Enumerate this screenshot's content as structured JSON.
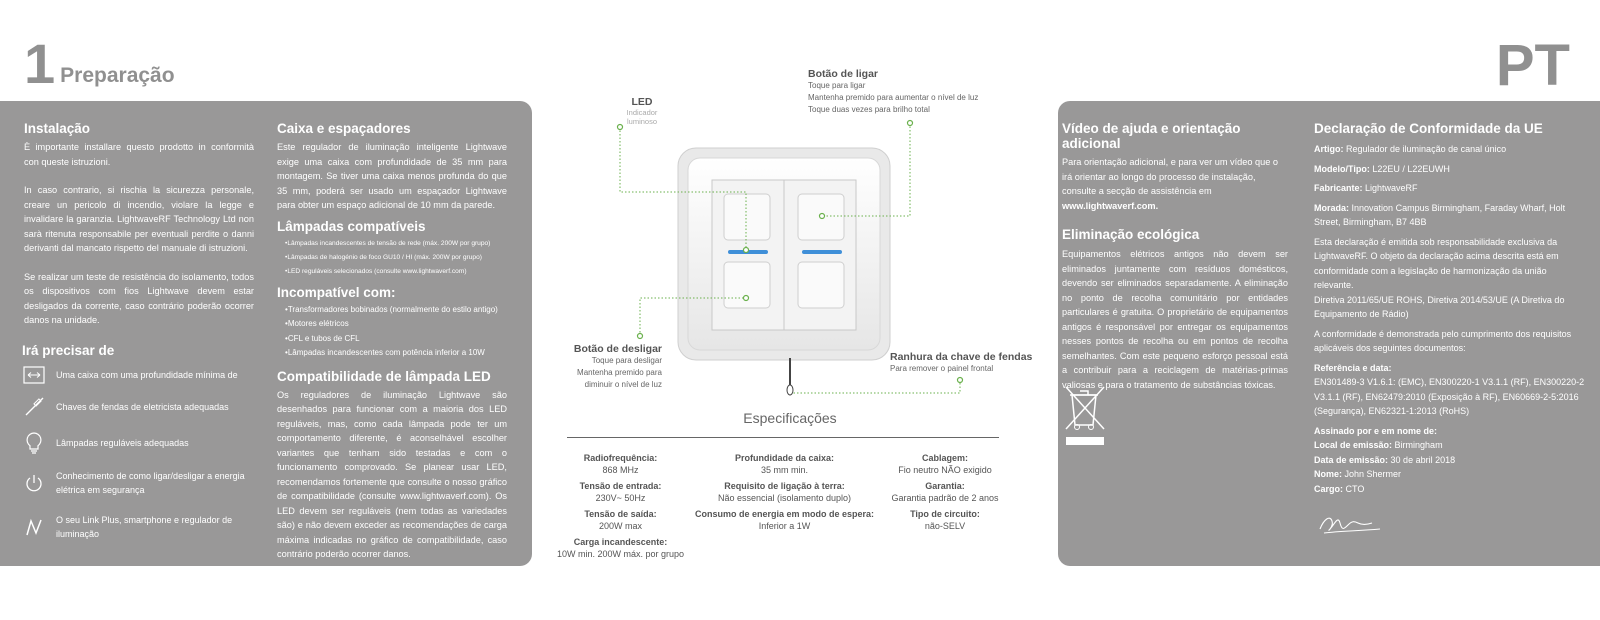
{
  "header": {
    "number": "1",
    "title": "Preparação",
    "lang": "PT"
  },
  "install": {
    "title": "Instalação",
    "p1": "È importante installare questo prodotto in conformità con queste istruzioni.",
    "p2": "In caso contrario, si rischia la sicurezza personale, creare un pericolo di incendio, violare la legge e invalidare la garanzia. LightwaveRF Technology Ltd non sarà ritenuta responsabile per eventuali perdite o danni derivanti dal mancato rispetto del manuale di istruzioni.",
    "p3": "Se realizar um teste de resistência do isolamento, todos os dispositivos com fios Lightwave devem estar desligados da corrente, caso contrário poderão ocorrer danos na unidade."
  },
  "needs": {
    "title": "Irá precisar de",
    "items": [
      {
        "icon": "box-depth-icon",
        "label": "Uma caixa com uma profundidade mínima de"
      },
      {
        "icon": "screwdriver-icon",
        "label": "Chaves de fendas de eletricista adequadas"
      },
      {
        "icon": "bulb-icon",
        "label": "Lâmpadas reguláveis adequadas"
      },
      {
        "icon": "power-icon",
        "label": "Conhecimento de como ligar/desligar a energia elétrica em segurança"
      },
      {
        "icon": "link-plus-icon",
        "label": "O seu Link Plus, smartphone e regulador de iluminação"
      }
    ]
  },
  "box": {
    "title": "Caixa e espaçadores",
    "text": "Este regulador de iluminação inteligente Lightwave exige uma caixa com profundidade de 35 mm para montagem. Se tiver uma caixa menos profunda do que 35 mm, poderá ser usado um espaçador Lightwave para obter um espaço adicional de 10 mm da parede."
  },
  "compatible": {
    "title": "Lâmpadas compatíveis",
    "items": [
      "Lâmpadas incandescentes de tensão de rede (máx. 200W por grupo)",
      "Lâmpadas de halogénio de foco GU10 / HI (máx. 200W por grupo)",
      "LED reguláveis selecionados (consulte www.lightwaverf.com)"
    ]
  },
  "incompatible": {
    "title": "Incompatível com:",
    "items": [
      "Transformadores bobinados (normalmente do estilo antigo)",
      "Motores elétricos",
      "CFL e tubos de CFL",
      "Lâmpadas incandescentes com potência inferior a 10W"
    ]
  },
  "led_compat": {
    "title": "Compatibilidade de lâmpada LED",
    "text": "Os reguladores de iluminação Lightwave são desenhados para funcionar com a maioria dos LED reguláveis, mas, como cada lâmpada pode ter um comportamento diferente, é aconselhável escolher variantes que tenham sido testadas e com o funcionamento comprovado. Se planear usar LED, recomendamos fortemente que consulte o nosso gráfico de compatibilidade (consulte www.lightwaverf.com). Os LED devem ser reguláveis (nem todas as variedades são) e não devem exceder as recomendações de carga máxima indicadas no gráfico de compatibilidade, caso contrário poderão ocorrer danos."
  },
  "diagram": {
    "led_title": "LED",
    "led_sub1": "Indicador",
    "led_sub2": "luminoso",
    "on_title": "Botão de ligar",
    "on_lines": [
      "Toque para ligar",
      "Mantenha premido para aumentar o nível de luz",
      "Toque duas vezes para brilho total"
    ],
    "off_title": "Botão de desligar",
    "off_lines": [
      "Toque para desligar",
      "Mantenha premido para",
      "diminuir o nível de luz"
    ],
    "slot_title": "Ranhura da chave de fendas",
    "slot_sub": "Para remover o painel frontal"
  },
  "specs": {
    "title": "Especificações",
    "cols": [
      [
        {
          "k": "Radiofrequência:",
          "v": "868 MHz"
        },
        {
          "k": "Tensão de entrada:",
          "v": "230V~ 50Hz"
        },
        {
          "k": "Tensão de saída:",
          "v": "200W max"
        },
        {
          "k": "Carga incandescente:",
          "v": "10W min. 200W máx. por grupo"
        }
      ],
      [
        {
          "k": "Profundidade da caixa:",
          "v": "35 mm min."
        },
        {
          "k": "Requisito de ligação à terra:",
          "v": "Não essencial (isolamento duplo)"
        },
        {
          "k": "Consumo de energia em modo de espera:",
          "v": "Inferior a 1W"
        }
      ],
      [
        {
          "k": "Cablagem:",
          "v": "Fio neutro NÃO exigido"
        },
        {
          "k": "Garantia:",
          "v": "Garantia padrão de 2 anos"
        },
        {
          "k": "Tipo de circuito:",
          "v": "não-SELV"
        }
      ]
    ]
  },
  "help": {
    "title": "Vídeo de ajuda e orientação adicional",
    "text": "Para orientação adicional, e para ver um vídeo que o irá orientar ao longo do processo de instalação, consulte a secção de assistência em ",
    "link": "www.lightwaverf.com."
  },
  "eco": {
    "title": "Eliminação ecológica",
    "text": "Equipamentos elétricos antigos não devem ser eliminados juntamente com resíduos domésticos, devendo ser eliminados separadamente. A eliminação no ponto de recolha comunitário por entidades particulares é gratuita. O proprietário de equipamentos antigos é responsável por entregar os equipamentos nesses pontos de recolha ou em pontos de recolha semelhantes. Com este pequeno esforço pessoal está a contribuir para a reciclagem de matérias-primas valiosas e para o tratamento de substâncias tóxicas."
  },
  "declaration": {
    "title": "Declaração de Conformidade da UE",
    "artigo_k": "Artigo:",
    "artigo_v": "Regulador de iluminação de canal único",
    "modelo_k": "Modelo/Tipo:",
    "modelo_v": "L22EU / L22EUWH",
    "fab_k": "Fabricante:",
    "fab_v": "LightwaveRF",
    "morada_k": "Morada:",
    "morada_v": "Innovation Campus Birmingham, Faraday Wharf, Holt Street, Birmingham, B7 4BB",
    "p1": "Esta declaração é emitida sob responsabilidade exclusiva da LightwaveRF. O objeto da declaração acima descrita está em conformidade com a legislação de harmonização da união relevante.",
    "p2": "Diretiva 2011/65/UE ROHS, Diretiva 2014/53/UE (A Diretiva do Equipamento de Rádio)",
    "p3": "A conformidade é demonstrada pelo cumprimento dos requisitos aplicáveis dos seguintes documentos:",
    "ref_k": "Referência e data:",
    "ref_v": "EN301489-3 V1.6.1: (EMC), EN300220-1 V3.1.1 (RF), EN300220-2 V3.1.1 (RF), EN62479:2010 (Exposição à RF), EN60669-2-5:2016 (Segurança), EN62321-1:2013 (RoHS)",
    "sign_k": "Assinado por e em nome de:",
    "local_k": "Local de emissão:",
    "local_v": "Birmingham",
    "data_k": "Data de emissão:",
    "data_v": "30 de abril 2018",
    "nome_k": "Nome:",
    "nome_v": "John Shermer",
    "cargo_k": "Cargo:",
    "cargo_v": "CTO"
  },
  "colors": {
    "panel": "#999898",
    "led_blue": "#3f8fd8",
    "dots": "#6ab04c"
  }
}
